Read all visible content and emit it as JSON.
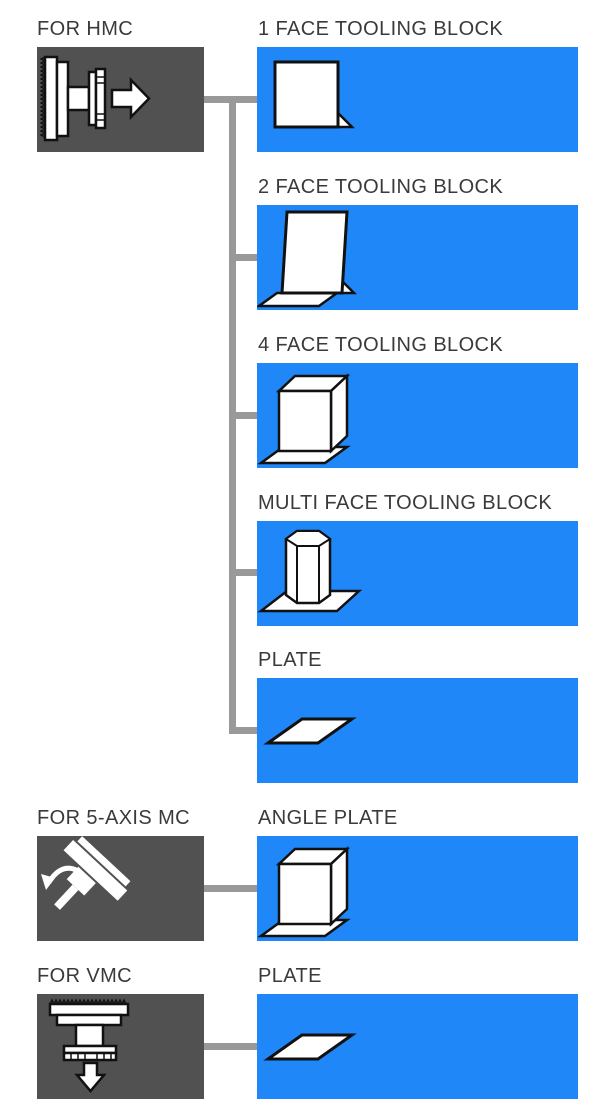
{
  "colors": {
    "box_blue": "#1f87f7",
    "box_dark_gray": "#515151",
    "connector_gray": "#999999",
    "label_text": "#3a3a3a",
    "icon_fill": "#ffffff",
    "icon_outline": "#111111",
    "background": "#ffffff"
  },
  "groups": [
    {
      "machine": {
        "label": "FOR HMC",
        "icon": "hmc-horizontal-spindle-icon"
      },
      "items": [
        {
          "label": "1 FACE TOOLING BLOCK",
          "icon": "one-face-tooling-block-icon"
        },
        {
          "label": "2 FACE TOOLING BLOCK",
          "icon": "two-face-tooling-block-icon"
        },
        {
          "label": "4 FACE TOOLING BLOCK",
          "icon": "four-face-tooling-block-icon"
        },
        {
          "label": "MULTI FACE TOOLING BLOCK",
          "icon": "multi-face-tooling-block-icon"
        },
        {
          "label": "PLATE",
          "icon": "flat-plate-icon"
        }
      ]
    },
    {
      "machine": {
        "label": "FOR 5-AXIS MC",
        "icon": "five-axis-tilted-spindle-icon"
      },
      "items": [
        {
          "label": "ANGLE PLATE",
          "icon": "angle-plate-icon"
        }
      ]
    },
    {
      "machine": {
        "label": "FOR VMC",
        "icon": "vmc-vertical-spindle-icon"
      },
      "items": [
        {
          "label": "PLATE",
          "icon": "flat-plate-icon"
        }
      ]
    }
  ]
}
